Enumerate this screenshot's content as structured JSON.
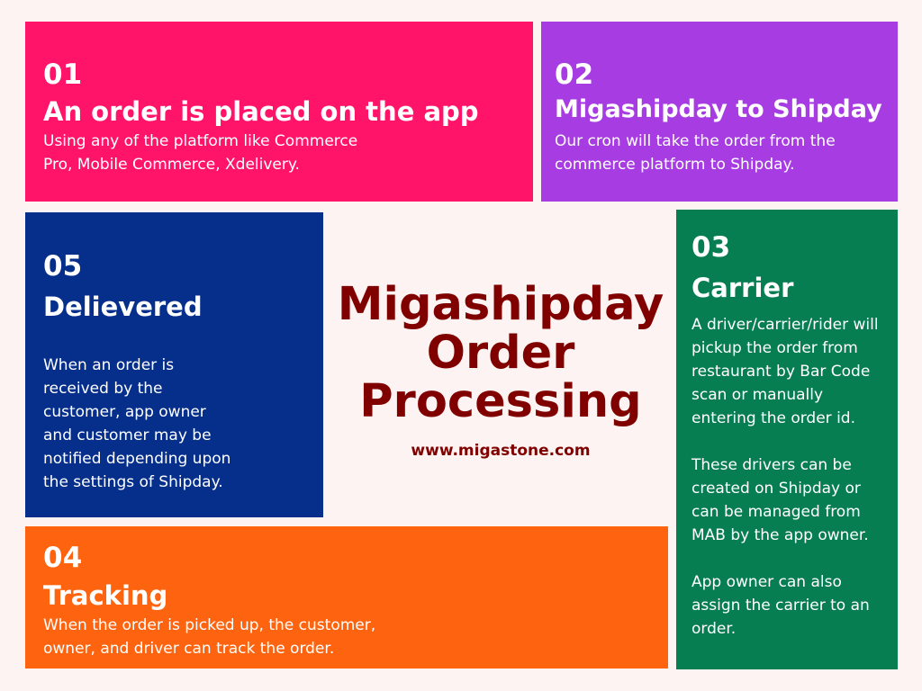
{
  "title": "Migashipday Order Processing",
  "website": "www.migastone.com",
  "steps": {
    "s1": {
      "number": "01",
      "title": "An order is placed on the app",
      "description": "Using any of the platform like Commerce\nPro, Mobile Commerce, Xdelivery.",
      "color": "#ff146a"
    },
    "s2": {
      "number": "02",
      "title": "Migashipday to Shipday",
      "description": "Our cron will take the order from the\ncommerce platform to Shipday.",
      "color": "#a63ce1"
    },
    "s3": {
      "number": "03",
      "title": "Carrier",
      "description": "A driver/carrier/rider will\npickup the order from\nrestaurant by Bar Code\nscan or manually\nentering the order id.\n\nThese drivers can be\ncreated on Shipday or\ncan be managed from\nMAB by the app owner.\n\nApp owner can also\nassign the carrier to an\norder.",
      "color": "#077e52"
    },
    "s4": {
      "number": "04",
      "title": "Tracking",
      "description": "When the order is picked up, the customer,\nowner, and driver can track the order.",
      "color": "#fe640f"
    },
    "s5": {
      "number": "05",
      "title": "Delievered",
      "description": "When an order is\nreceived by the\ncustomer, app owner\nand customer may be\nnotified depending upon\nthe settings of Shipday.",
      "color": "#062f8c"
    }
  }
}
